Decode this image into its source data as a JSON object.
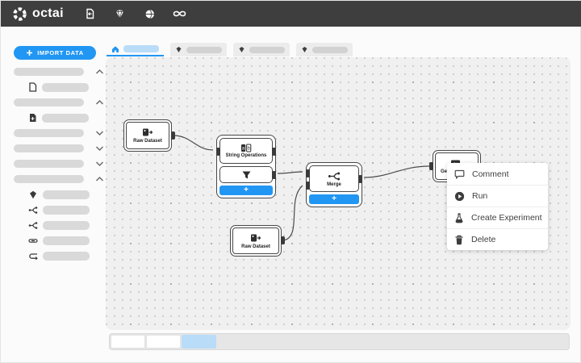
{
  "navbar": {
    "logo_text": "octai",
    "icons": [
      "file-share-icon",
      "diamond-icon",
      "globe-icon",
      "infinity-icon"
    ]
  },
  "sidebar": {
    "import_button_label": "IMPORT DATA"
  },
  "tabs": {
    "active_icon": "home-icon",
    "inactive_icon": "diamond-icon"
  },
  "canvas": {
    "nodes": {
      "raw_dataset_1": {
        "label": "Raw Dataset",
        "icon": "dataset-icon"
      },
      "string_operations": {
        "label": "String Operations",
        "icon": "string-ops-icon"
      },
      "filter": {
        "icon": "filter-icon"
      },
      "merge": {
        "label": "Merge",
        "icon": "merge-icon"
      },
      "raw_dataset_2": {
        "label": "Raw Dataset",
        "icon": "dataset-icon"
      },
      "generate": {
        "label": "Gen",
        "icon": "image-icon"
      }
    },
    "add_button_label": "+"
  },
  "context_menu": {
    "items": [
      {
        "label": "Comment",
        "icon": "comment-icon"
      },
      {
        "label": "Run",
        "icon": "run-icon"
      },
      {
        "label": "Create Experiment",
        "icon": "experiment-icon"
      },
      {
        "label": "Delete",
        "icon": "delete-icon"
      }
    ]
  },
  "colors": {
    "accent": "#2196f3",
    "navbar_bg": "#3e3e3e",
    "canvas_bg": "#f0f0f0",
    "scroll_thumb": "#b9dcf8"
  }
}
